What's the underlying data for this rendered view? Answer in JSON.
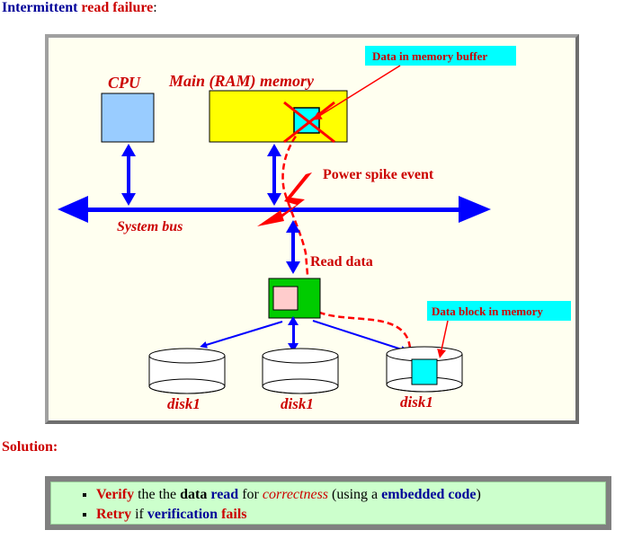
{
  "heading": {
    "part1": "Intermittent",
    "part2": "read failure",
    "part3": ":"
  },
  "diagram": {
    "cpu_label": "CPU",
    "memory_label": "Main (RAM) memory",
    "buffer_callout": "Data in memory buffer",
    "spike_label": "Power spike event",
    "bus_label": "System bus",
    "read_label": "Read data",
    "block_callout": "Data block in memory",
    "disk_labels": [
      "disk1",
      "disk1",
      "disk1"
    ],
    "colors": {
      "cpu": "#99ccff",
      "memory": "#ffff00",
      "controller": "#00cc00",
      "buffer": "#00ffff",
      "arrow": "#0000ff",
      "failure": "#ff0000",
      "callout_bg": "#00ffff"
    }
  },
  "solution": {
    "title": "Solution:",
    "items": [
      {
        "w1": "Verify",
        "w2": " the the ",
        "w3": "data",
        "w4": " ",
        "w5": "read",
        "w6": " for ",
        "w7": "correctness",
        "w8": " (using a ",
        "w9": "embedded code",
        "w10": ")"
      },
      {
        "w1": "Retry",
        "w2": " if ",
        "w3": "verification",
        "w4": " ",
        "w5": "fails"
      }
    ]
  }
}
